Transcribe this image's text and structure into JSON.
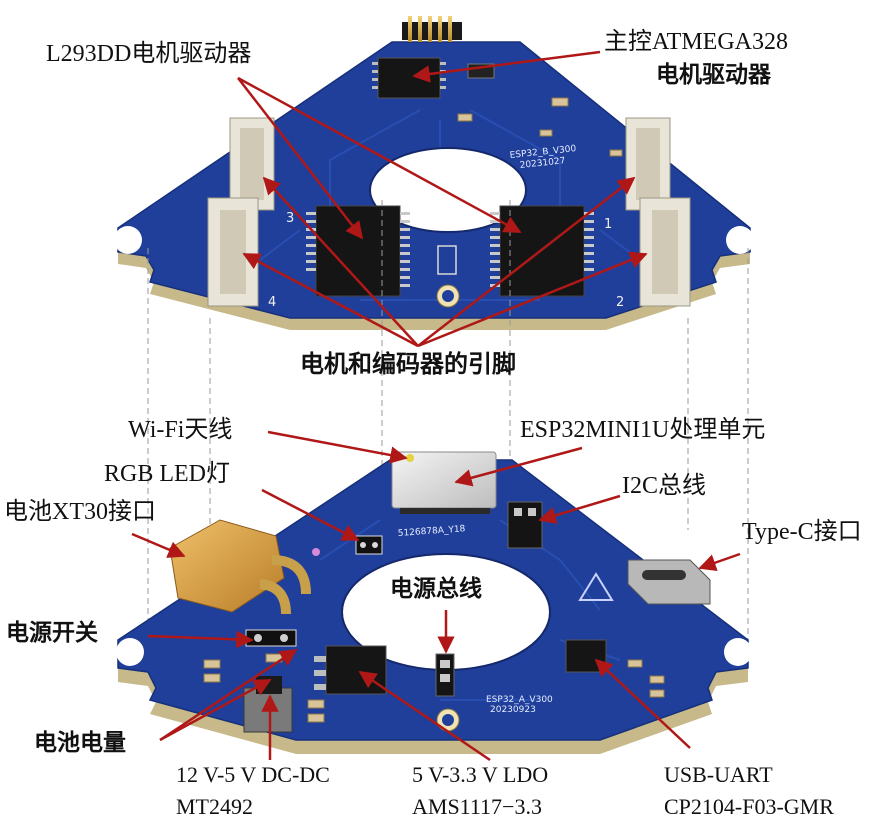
{
  "labels": {
    "l293dd": "L293DD电机驱动器",
    "mcu_line1": "主控ATMEGA328",
    "mcu_line2": "电机驱动器",
    "motor_pins": "电机和编码器的引脚",
    "wifi": "Wi-Fi天线",
    "esp32": "ESP32MINI1U处理单元",
    "rgb": "RGB LED灯",
    "i2c": "I2C总线",
    "xt30": "电池XT30接口",
    "typec": "Type-C接口",
    "power_bus": "电源总线",
    "power_switch": "电源开关",
    "battery_level": "电池电量",
    "dcdc_line1": "12 V-5 V  DC-DC",
    "dcdc_line2": "MT2492",
    "ldo_line1": "5 V-3.3 V  LDO",
    "ldo_line2": "AMS1117−3.3",
    "uart_line1": "USB-UART",
    "uart_line2": "CP2104-F03-GMR"
  },
  "silkscreen": {
    "top_board_name": "ESP32_B_V300",
    "top_board_date": "20231027",
    "bottom_board_name": "ESP32_A_V300",
    "bottom_board_date": "20230923",
    "module_code": "5126878A_Y18",
    "port_1": "1",
    "port_2": "2",
    "port_3": "3",
    "port_4": "4"
  },
  "colors": {
    "pcb_blue": "#1f3f9a",
    "pcb_edge": "#c7b98a",
    "arrow_red": "#b01818",
    "connector_white": "#e8e4d8",
    "chip_black": "#151515",
    "xt30_orange": "#d9a54a"
  }
}
